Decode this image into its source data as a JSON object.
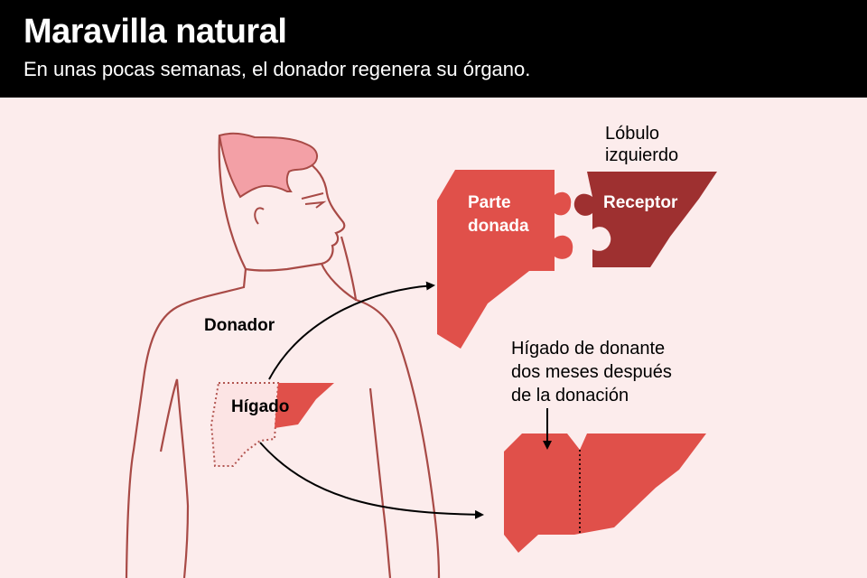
{
  "header": {
    "title": "Maravilla natural",
    "subtitle": "En unas pocas semanas, el donador regenera su órgano."
  },
  "labels": {
    "donor": "Donador",
    "liver": "Hígado",
    "left_lobe_line1": "Lóbulo",
    "left_lobe_line2": "izquierdo",
    "donated_part_line1": "Parte",
    "donated_part_line2": "donada",
    "recipient": "Receptor",
    "regenerated_line1": "Hígado de donante",
    "regenerated_line2": "dos meses después",
    "regenerated_line3": "de la donación"
  },
  "colors": {
    "background": "#fcecec",
    "header": "#000000",
    "liver_red": "#e0504a",
    "recipient_dark": "#9e3030",
    "hair_pink": "#f3a0a6",
    "outline": "#a84a46"
  }
}
